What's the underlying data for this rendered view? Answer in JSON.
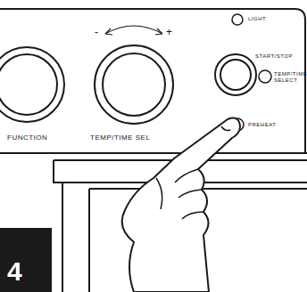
{
  "diagram": {
    "nodes": [
      {
        "text": [
          "4"
        ]
      }
    ],
    "labels": [
      "FUNCTION",
      "TEMP/TIME SEL",
      "-",
      "+",
      "LIGHT",
      "START/STOP",
      "TEMP/TIME SELECT",
      "PREHEAT"
    ]
  }
}
